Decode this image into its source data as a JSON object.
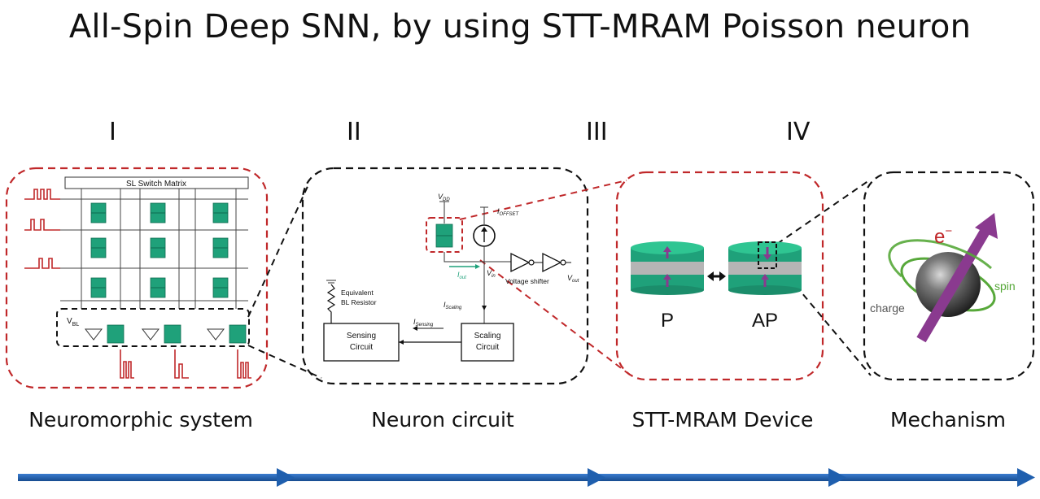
{
  "title": "All-Spin Deep SNN, by using STT-MRAM Poisson neuron",
  "stages": [
    {
      "numeral": "I",
      "caption": "Neuromorphic system"
    },
    {
      "numeral": "II",
      "caption": "Neuron circuit"
    },
    {
      "numeral": "III",
      "caption": ""
    },
    {
      "numeral": "IV",
      "caption": "STT-MRAM Device"
    },
    {
      "numeral": "",
      "caption": "Mechanism"
    }
  ],
  "panel1": {
    "switch_matrix_label": "SL Switch Matrix",
    "v_bl_label": "V",
    "v_bl_sub": "BL"
  },
  "panel2": {
    "vdd": "V",
    "vdd_sub": "DD",
    "ioffset": "I",
    "ioffset_sub": "OFFSET",
    "iout": "I",
    "iout_sub": "out",
    "vin": "V",
    "vin_sub": "in",
    "vout": "V",
    "vout_sub": "out",
    "voltage_shifter": "Voltage shifter",
    "iscaling": "I",
    "iscaling_sub": "Scaling",
    "isensing": "I",
    "isensing_sub": "Sensing",
    "equiv_line1": "Equivalent",
    "equiv_line2": "BL Resistor",
    "sensing_line1": "Sensing",
    "sensing_line2": "Circuit",
    "scaling_line1": "Scaling",
    "scaling_line2": "Circuit"
  },
  "panel3": {
    "p_label": "P",
    "ap_label": "AP"
  },
  "panel4": {
    "electron": "e",
    "electron_sup": "−",
    "spin": "spin",
    "charge": "charge"
  },
  "colors": {
    "red_dash": "#c0282a",
    "green": "#1fa17a",
    "purple": "#8a3a8f",
    "arrow_blue": "#1f5fae"
  }
}
